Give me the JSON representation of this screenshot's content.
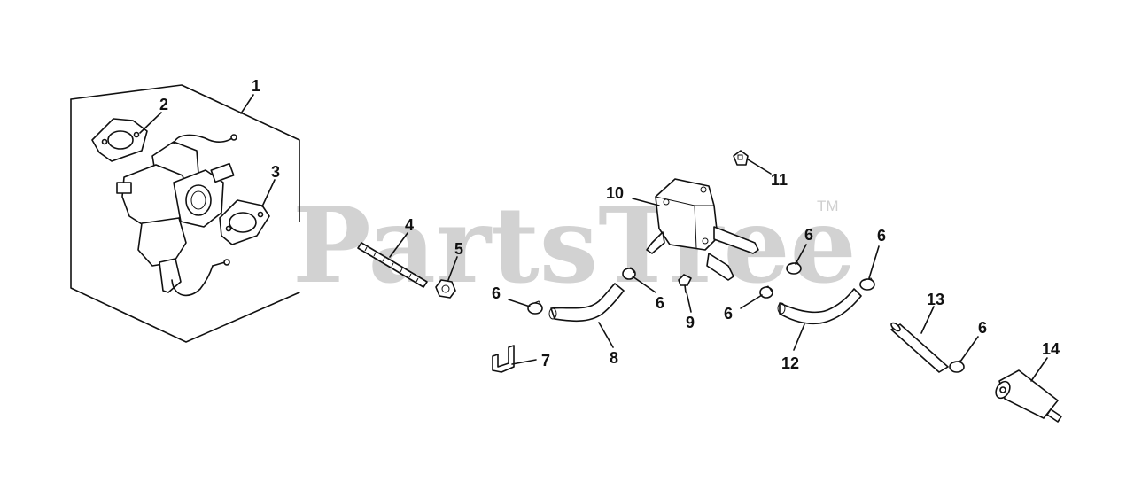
{
  "watermark": {
    "text": "PartsTree",
    "trademark": "TM"
  },
  "callouts": [
    {
      "id": "c1",
      "label": "1"
    },
    {
      "id": "c2",
      "label": "2"
    },
    {
      "id": "c3",
      "label": "3"
    },
    {
      "id": "c4",
      "label": "4"
    },
    {
      "id": "c5",
      "label": "5"
    },
    {
      "id": "c6a",
      "label": "6"
    },
    {
      "id": "c6b",
      "label": "6"
    },
    {
      "id": "c6c",
      "label": "6"
    },
    {
      "id": "c6d",
      "label": "6"
    },
    {
      "id": "c6e",
      "label": "6"
    },
    {
      "id": "c6f",
      "label": "6"
    },
    {
      "id": "c7",
      "label": "7"
    },
    {
      "id": "c8",
      "label": "8"
    },
    {
      "id": "c9",
      "label": "9"
    },
    {
      "id": "c10",
      "label": "10"
    },
    {
      "id": "c11",
      "label": "11"
    },
    {
      "id": "c12",
      "label": "12"
    },
    {
      "id": "c13",
      "label": "13"
    },
    {
      "id": "c14",
      "label": "14"
    }
  ]
}
